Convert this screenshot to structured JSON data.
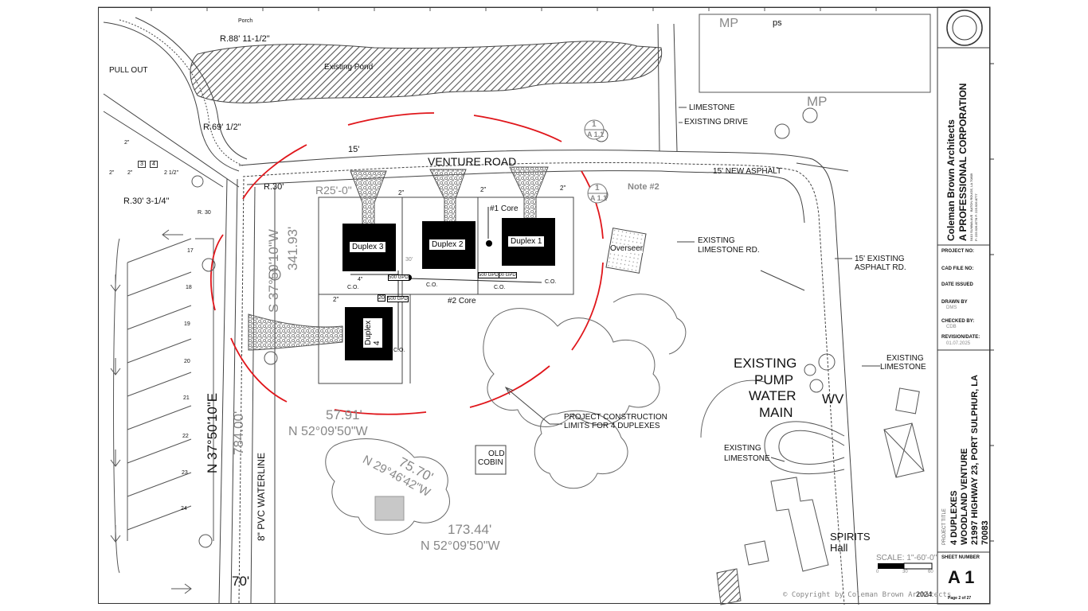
{
  "labels": {
    "pull_out": "PULL OUT",
    "existing_pond": "Existing Pond",
    "porch": "Porch",
    "r88": "R.88' 11-1/2\"",
    "r69": "R.69' 1/2\"",
    "r30_a": "R.30'",
    "r30_b": "R.30' 3-1/4\"",
    "r30_c": "R. 30",
    "r25": "R25'-0\"",
    "dim_15": "15'",
    "venture_road": "VENTURE ROAD",
    "limestone": "LIMESTONE",
    "existing_drive": "EXISTING DRIVE",
    "new_asphalt": "15' NEW ASPHALT",
    "note2": "Note #2",
    "existing_limestone_rd": "EXISTING LIMESTONE RD.",
    "existing_asphalt_rd": "15' EXISTING ASPHALT RD.",
    "core1": "#1 Core",
    "core2": "#2 Core",
    "duplex1": "Duplex 1",
    "duplex2": "Duplex 2",
    "duplex3": "Duplex 3",
    "duplex4": "Duplex 4",
    "overseer": "Overseer",
    "bearing1": "S 37°50'10\"W",
    "dist1": "341.93'",
    "bearing2": "N 37°50'10\"E",
    "dist2": "784.00'",
    "waterline": "8\" PVC WATERLINE",
    "dist3": "57.91'",
    "bearing3": "N 52°09'50\"W",
    "dist4": "75.70'",
    "bearing4": "N 29°46'42\"W",
    "dist5": "173.44'",
    "bearing5": "N 52°09'50\"W",
    "construction_limits": "PROJECT CONSTRUCTION LIMITS FOR 4 DUPLEXES",
    "old_cobin_1": "OLD",
    "old_cobin_2": "COBIN",
    "existing_pump_1": "EXISTING",
    "existing_pump_2": "PUMP",
    "existing_pump_3": "WATER",
    "existing_pump_4": "MAIN",
    "wv": "WV",
    "existing_limestone_a1": "EXISTING",
    "existing_limestone_a2": "LIMESTONE",
    "existing_limestone_b1": "EXISTING",
    "existing_limestone_b2": "LIMESTONE",
    "spirits_1": "SPIRITS",
    "spirits_2": "Hall",
    "dim_70": "70'",
    "scale": "SCALE: 1\"-60'-0\"",
    "scale_0": "0",
    "scale_30": "30",
    "scale_60": "60",
    "copyright": "© Copyright by Coleman Brown Architects",
    "copyright_year": "2024",
    "mp_top": "MP",
    "ps_top": "ps",
    "mp_right": "MP",
    "section_num": "1",
    "section_ref": "A 1.1",
    "section_num_b": "1",
    "section_ref_b": "A 1.1",
    "gpd": "500 GPD",
    "co": "C.O.",
    "dim_2in": "2\"",
    "dim_4in": "4\"",
    "dim_20": "20",
    "dim_30ft": "30'",
    "lot_17": "17",
    "lot_18": "18",
    "lot_19": "19",
    "lot_20": "20",
    "lot_21": "21",
    "lot_22": "22",
    "lot_23": "23",
    "lot_24": "24",
    "small_2a": "2\"",
    "small_2b": "2\"",
    "small_2c": "2\"",
    "small_212": "2 1/2\"",
    "small_3": "3",
    "small_4": "4"
  },
  "title_block": {
    "firm_name": "Coleman Brown Architects",
    "firm_sub": "A PROFESSIONAL CORPORATION",
    "firm_addr": "5410 SUMMA AVE · BATON ROUGE, LA 70809",
    "firm_phone": "P: 225.926.8778  F: 225.926.8777",
    "project_no": "PROJECT NO:",
    "cad_file_no": "CAD FILE NO:",
    "date_issued": "DATE ISSUED",
    "drawn_by": "DRAWN BY",
    "drawn_by_val": "DMS",
    "checked_by": "CHECKED BY:",
    "checked_by_val": "CDB",
    "revision_date": "REVISION/DATE:",
    "revision_val": "01.07.2025",
    "project_title_label": "PROJECT TITLE",
    "project_title_1": "4 DUPLEXES",
    "project_title_2": "WOODLAND VENTURE",
    "project_title_3": "21997 HIGHWAY 23, PORT SULPHUR, LA",
    "project_title_4": "70083",
    "sheet_number_label": "SHEET NUMBER",
    "sheet_number": "A 1",
    "page": "Page 2 of 27"
  },
  "colors": {
    "construction_limit": "#e0161b",
    "pond_hatch": "#555555",
    "gravel": "#9a9a9a"
  }
}
